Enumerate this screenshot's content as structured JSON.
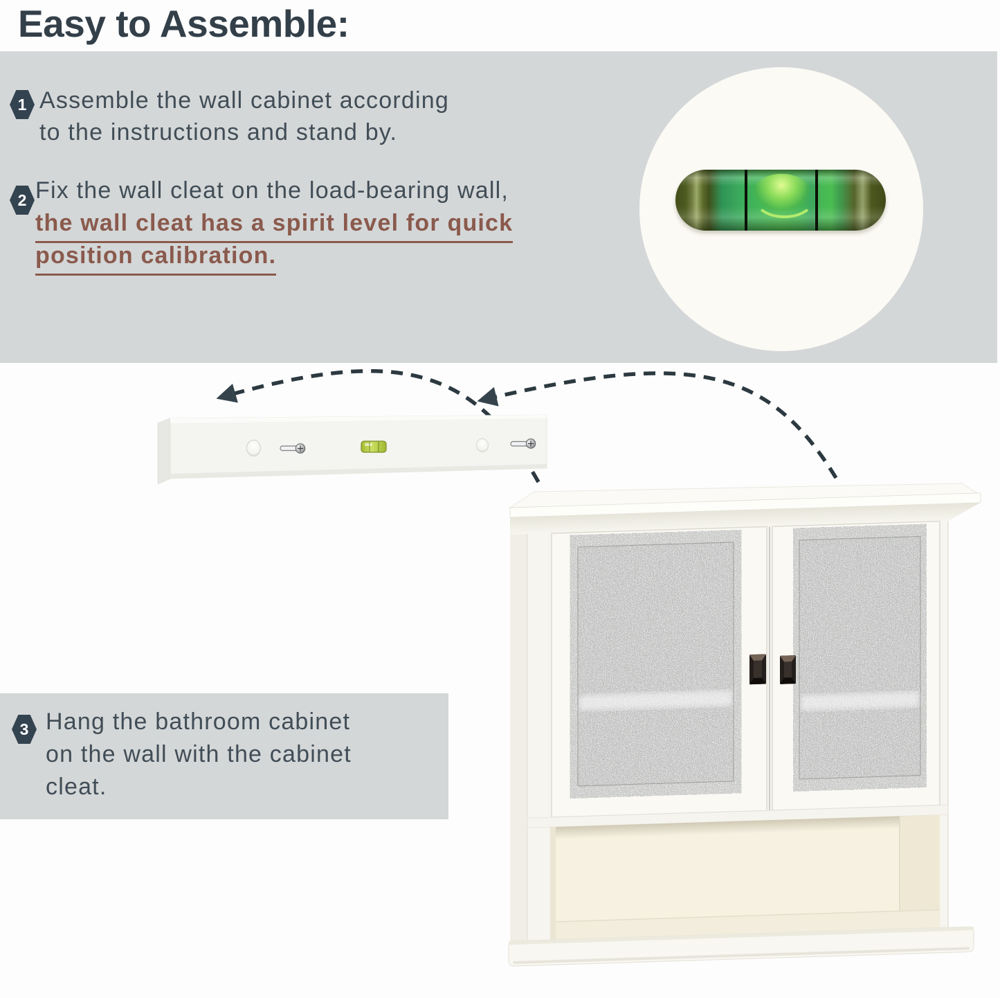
{
  "page": {
    "title": "Easy to Assemble:"
  },
  "steps": [
    {
      "number": "1",
      "lines": [
        "Assemble the wall cabinet according",
        "to the instructions and stand by."
      ]
    },
    {
      "number": "2",
      "lines": [
        "Fix the wall cleat on the load-bearing wall,"
      ],
      "highlight_lines": [
        "the wall cleat has a spirit level for quick",
        "position calibration."
      ]
    },
    {
      "number": "3",
      "lines": [
        "Hang the bathroom cabinet",
        "on the wall with the cabinet",
        "cleat."
      ]
    }
  ],
  "colors": {
    "panel_gray": "#d4d7d8",
    "heading_text": "#333f49",
    "step_text": "#414d56",
    "highlight_text": "#8a5a4d",
    "badge": "#344350",
    "arrow": "#2c3940",
    "vial_green": "#49bd52",
    "vial_cap_olive": "#4a5520",
    "cleat_vial_green": "#b9d243",
    "cabinet_body": "#f7f5ef",
    "door_glass": "#c9cbc7",
    "knob": "#2a2420"
  },
  "illustrations": {
    "spirit_level_inset": "spirit level close-up",
    "wall_cleat": "wall cleat with screws and spirit level",
    "cabinet": "bathroom wall cabinet with glass doors and open shelf"
  }
}
